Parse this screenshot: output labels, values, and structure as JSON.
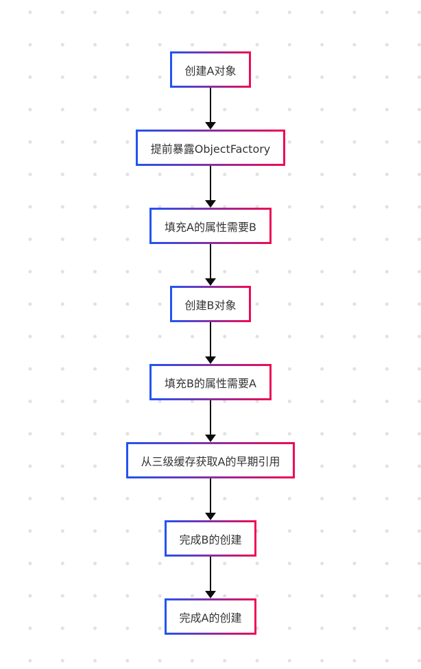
{
  "flowchart": {
    "description": "vertical-flow",
    "nodes": [
      {
        "label": "创建A对象"
      },
      {
        "label": "提前暴露ObjectFactory"
      },
      {
        "label": "填充A的属性需要B"
      },
      {
        "label": "创建B对象"
      },
      {
        "label": "填充B的属性需要A"
      },
      {
        "label": "从三级缓存获取A的早期引用"
      },
      {
        "label": "完成B的创建"
      },
      {
        "label": "完成A的创建"
      }
    ],
    "edges": [
      {
        "from": 0,
        "to": 1
      },
      {
        "from": 1,
        "to": 2
      },
      {
        "from": 2,
        "to": 3
      },
      {
        "from": 3,
        "to": 4
      },
      {
        "from": 4,
        "to": 5
      },
      {
        "from": 5,
        "to": 6
      },
      {
        "from": 6,
        "to": 7
      }
    ]
  },
  "theme": {
    "border_gradient_start": "#2153f1",
    "border_gradient_end": "#ee0a54",
    "node_fill": "#ffffff",
    "text_color": "#333333",
    "arrow_color": "#0d0d0d",
    "canvas_dot_color": "#e1e1e1",
    "canvas_background": "#ffffff"
  }
}
